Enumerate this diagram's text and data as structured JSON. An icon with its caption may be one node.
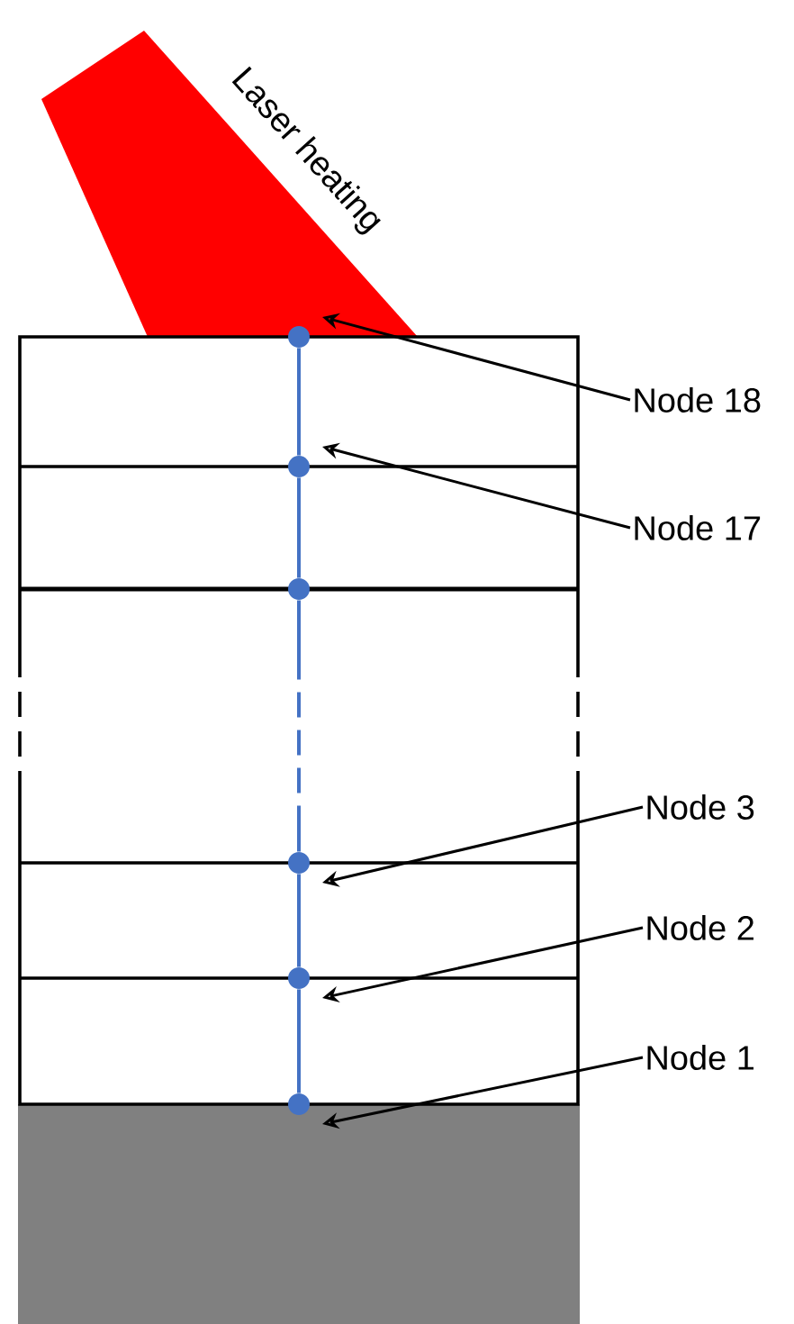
{
  "diagram": {
    "nodes": [
      {
        "text": [
          "Node 18"
        ]
      },
      {
        "text": [
          "Node 17"
        ]
      },
      {
        "text": [
          "Node 3"
        ]
      },
      {
        "text": [
          "Node 2"
        ]
      },
      {
        "text": [
          "Node 1"
        ]
      },
      {
        "text": [],
        "shape": "circle"
      },
      {
        "text": [],
        "shape": "circle"
      },
      {
        "text": [],
        "shape": "circle"
      },
      {
        "text": [],
        "shape": "circle"
      },
      {
        "text": [],
        "shape": "circle"
      },
      {
        "text": [],
        "shape": "circle"
      }
    ],
    "edges": [
      {
        "from": 0,
        "to": 5,
        "arrow": "to"
      },
      {
        "from": 1,
        "to": 6,
        "arrow": "to"
      },
      {
        "from": 2,
        "to": 8,
        "arrow": "to"
      },
      {
        "from": 3,
        "to": 9,
        "arrow": "to"
      },
      {
        "from": 4,
        "to": 10,
        "arrow": "to"
      },
      {
        "from": 5,
        "to": 6,
        "arrow": "none",
        "color": "#4472c4"
      },
      {
        "from": 6,
        "to": 7,
        "arrow": "none",
        "color": "#4472c4"
      },
      {
        "from": 7,
        "to": 8,
        "arrow": "none",
        "color": "#4472c4",
        "style": "dashed"
      },
      {
        "from": 8,
        "to": 9,
        "arrow": "none",
        "color": "#4472c4"
      },
      {
        "from": 9,
        "to": 10,
        "arrow": "none",
        "color": "#4472c4"
      }
    ],
    "labels": [
      "Laser heating"
    ]
  }
}
